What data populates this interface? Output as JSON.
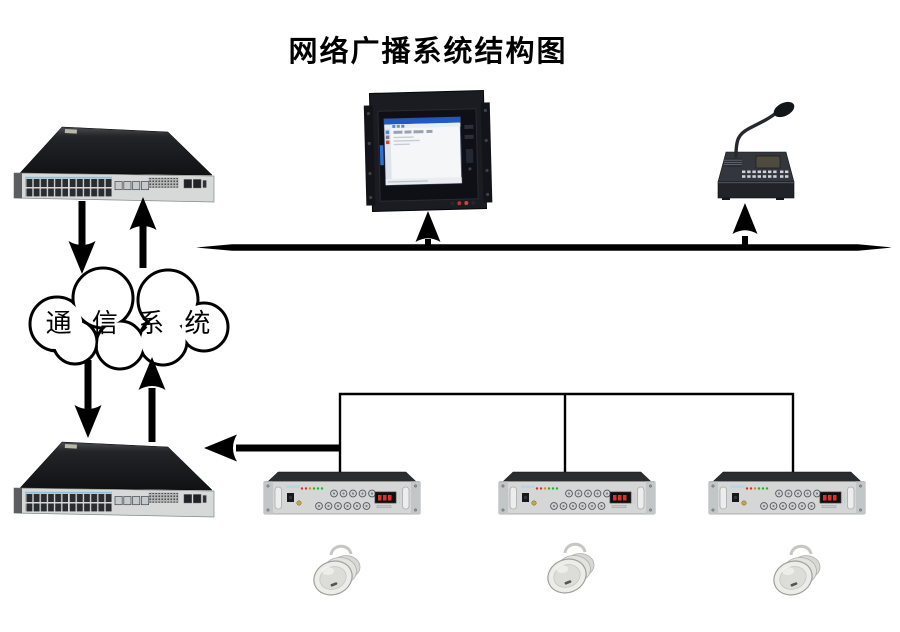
{
  "title": "网络广播系统结构图",
  "cloud": {
    "label": "通 信 系 统"
  },
  "nodes": [
    {
      "id": "switch-top",
      "kind": "network-switch"
    },
    {
      "id": "broadcast-server",
      "kind": "rack-server-with-screen"
    },
    {
      "id": "paging-microphone",
      "kind": "paging-microphone-station"
    },
    {
      "id": "communication-cloud",
      "kind": "cloud",
      "label": "通 信 系 统"
    },
    {
      "id": "switch-bottom",
      "kind": "network-switch"
    },
    {
      "id": "amplifier-1",
      "kind": "power-amplifier"
    },
    {
      "id": "amplifier-2",
      "kind": "power-amplifier"
    },
    {
      "id": "amplifier-3",
      "kind": "power-amplifier"
    },
    {
      "id": "speaker-1",
      "kind": "ceiling-speaker"
    },
    {
      "id": "speaker-2",
      "kind": "ceiling-speaker"
    },
    {
      "id": "speaker-3",
      "kind": "ceiling-speaker"
    }
  ],
  "connections": [
    {
      "from": "switch-top",
      "to": "communication-cloud",
      "style": "arrow-down"
    },
    {
      "from": "communication-cloud",
      "to": "switch-top",
      "style": "arrow-up"
    },
    {
      "from": "communication-cloud",
      "to": "switch-bottom",
      "style": "arrow-down"
    },
    {
      "from": "switch-bottom",
      "to": "communication-cloud",
      "style": "arrow-up"
    },
    {
      "from": "network-bus",
      "to": "broadcast-server",
      "style": "arrow-up"
    },
    {
      "from": "network-bus",
      "to": "paging-microphone",
      "style": "arrow-up"
    },
    {
      "from": "amplifier-rail",
      "to": "switch-bottom",
      "style": "arrow-left"
    }
  ],
  "colors": {
    "background": "#ffffff",
    "line": "#000000",
    "cloud_fill": "#ffffff",
    "switch_panel": "#d7d9d9",
    "device_dark": "#1a1c22",
    "amp_body": "#d5d7d7",
    "speaker_body": "#ecece8",
    "screen_titlebar": "#2059c4",
    "led_red": "#e03028"
  }
}
